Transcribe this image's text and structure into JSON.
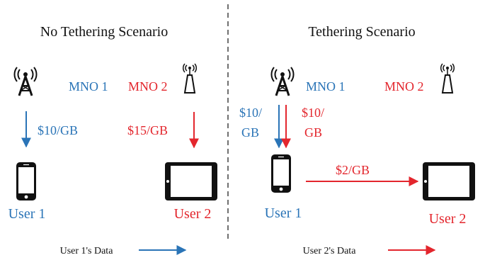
{
  "colors": {
    "blue": "#2a74b7",
    "red": "#e3262d",
    "black": "#111111",
    "divider": "#333333"
  },
  "left_panel": {
    "title": "No Tethering Scenario",
    "mno1_label": "MNO 1",
    "mno2_label": "MNO 2",
    "price_blue": "$10/GB",
    "price_red": "$15/GB",
    "user1_label": "User 1",
    "user2_label": "User 2",
    "legend_label": "User 1's Data"
  },
  "right_panel": {
    "title": "Tethering Scenario",
    "mno1_label": "MNO 1",
    "mno2_label": "MNO 2",
    "price_blue_line1": "$10/",
    "price_blue_line2": "GB",
    "price_red_line1": "$10/",
    "price_red_line2": "GB",
    "tether_price": "$2/GB",
    "user1_label": "User 1",
    "user2_label": "User 2",
    "legend_label": "User 2's Data"
  },
  "icons": {
    "tower_icon": "radio-tower",
    "antenna_icon": "antenna",
    "phone_icon": "smartphone",
    "tablet_icon": "tablet"
  }
}
